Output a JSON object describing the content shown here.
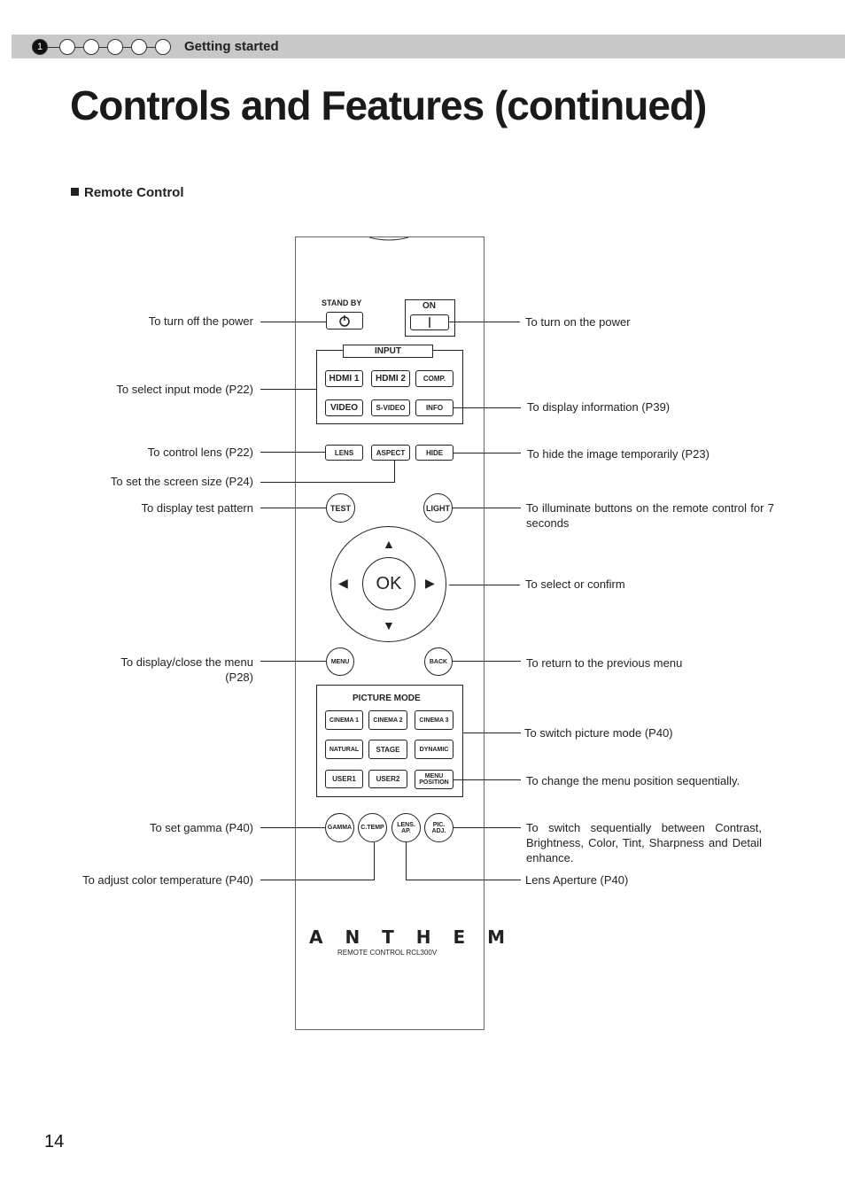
{
  "header": {
    "step_number": "1",
    "section": "Getting started"
  },
  "title": "Controls and Features (continued)",
  "subsection": "Remote Control",
  "remote": {
    "standby": "STAND BY",
    "on": "ON",
    "input_group": "INPUT",
    "hdmi1": "HDMI 1",
    "hdmi2": "HDMI 2",
    "comp": "COMP.",
    "video": "VIDEO",
    "svideo": "S-VIDEO",
    "info": "INFO",
    "lens": "LENS",
    "aspect": "ASPECT",
    "hide": "HIDE",
    "test": "TEST",
    "light": "LIGHT",
    "ok": "OK",
    "menu": "MENU",
    "back": "BACK",
    "picture_mode": "PICTURE MODE",
    "cinema1": "CINEMA 1",
    "cinema2": "CINEMA 2",
    "cinema3": "CINEMA 3",
    "natural": "NATURAL",
    "stage": "STAGE",
    "dynamic": "DYNAMIC",
    "user1": "USER1",
    "user2": "USER2",
    "menu_position": "MENU POSITION",
    "gamma": "GAMMA",
    "ctemp": "C.TEMP",
    "lens_ap": "LENS. AP.",
    "pic_adj": "PIC. ADJ.",
    "brand": "A N T H E M",
    "model": "REMOTE CONTROL RCL300V"
  },
  "labels": {
    "power_off": "To turn off the power",
    "power_on": "To turn on the power",
    "input_mode": "To select input mode (P22)",
    "info": "To display information (P39)",
    "control_lens": "To control lens (P22)",
    "hide": "To hide the image temporarily (P23)",
    "screen_size": "To set the screen size (P24)",
    "test_pattern": "To display test pattern",
    "illuminate": "To illuminate buttons on the remote control for 7 seconds",
    "select_confirm": "To select or confirm",
    "menu_line1": "To display/close the menu",
    "menu_line2": "(P28)",
    "back": "To return to the previous menu",
    "picture_mode": "To switch picture mode (P40)",
    "menu_position": "To change the menu position sequentially.",
    "gamma": "To set gamma (P40)",
    "pic_adj": "To switch sequentially between Contrast, Brightness, Color, Tint, Sharpness and Detail enhance.",
    "color_temp": "To adjust color temperature (P40)",
    "lens_aperture": "Lens Aperture (P40)"
  },
  "page_number": "14"
}
